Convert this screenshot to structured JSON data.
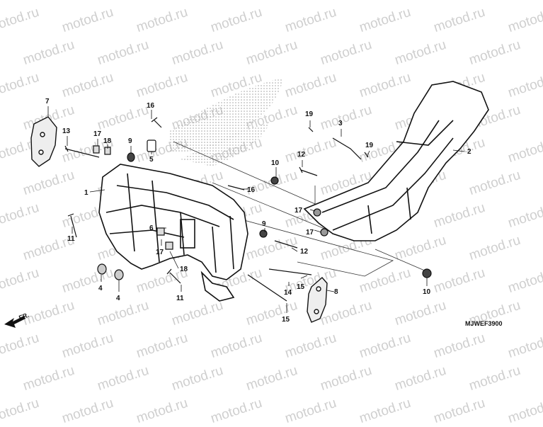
{
  "watermark": {
    "text": "motod.ru",
    "color": "#cfcfcf"
  },
  "diagram_code": "MJWEF3900",
  "direction_label": "FR.",
  "callouts": [
    {
      "id": "c7",
      "text": "7"
    },
    {
      "id": "c13",
      "text": "13"
    },
    {
      "id": "c17a",
      "text": "17"
    },
    {
      "id": "c18a",
      "text": "18"
    },
    {
      "id": "c9a",
      "text": "9"
    },
    {
      "id": "c16a",
      "text": "16"
    },
    {
      "id": "c5",
      "text": "5"
    },
    {
      "id": "c1",
      "text": "1"
    },
    {
      "id": "c11a",
      "text": "11"
    },
    {
      "id": "c6",
      "text": "6"
    },
    {
      "id": "c17b",
      "text": "17"
    },
    {
      "id": "c18b",
      "text": "18"
    },
    {
      "id": "c4a",
      "text": "4"
    },
    {
      "id": "c4b",
      "text": "4"
    },
    {
      "id": "c11b",
      "text": "11"
    },
    {
      "id": "c19a",
      "text": "19"
    },
    {
      "id": "c3",
      "text": "3"
    },
    {
      "id": "c19b",
      "text": "19"
    },
    {
      "id": "c12a",
      "text": "12"
    },
    {
      "id": "c10a",
      "text": "10"
    },
    {
      "id": "c16b",
      "text": "16"
    },
    {
      "id": "c17c",
      "text": "17"
    },
    {
      "id": "c9b",
      "text": "9"
    },
    {
      "id": "c17d",
      "text": "17"
    },
    {
      "id": "c12b",
      "text": "12"
    },
    {
      "id": "c14",
      "text": "14"
    },
    {
      "id": "c15a",
      "text": "15"
    },
    {
      "id": "c15b",
      "text": "15"
    },
    {
      "id": "c8",
      "text": "8"
    },
    {
      "id": "c2",
      "text": "2"
    },
    {
      "id": "c10b",
      "text": "10"
    }
  ]
}
